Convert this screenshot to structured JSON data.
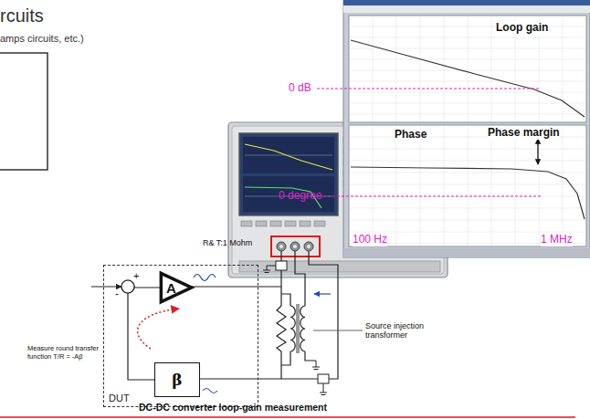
{
  "diagram": {
    "caption": "DC-DC converter loop-gain measurement",
    "nodes": [
      {
        "text": [
          "DUT"
        ]
      },
      {
        "text": [
          "A"
        ],
        "in": 0
      },
      {
        "text": [
          "β"
        ],
        "in": 0
      }
    ],
    "edges": [
      {
        "from": 2,
        "to": 1,
        "arrow": "none"
      }
    ],
    "labels": [
      "rcuits",
      "amps circuits, etc.)",
      "Loop gain",
      "0 dB",
      "Phase",
      "Phase margin",
      "0 degree",
      "100 Hz",
      "1 MHz",
      "R& T:1 Mohm",
      "+",
      "-",
      "Measure round transfer function T/R = -Aβ",
      "Source injection transformer"
    ]
  }
}
